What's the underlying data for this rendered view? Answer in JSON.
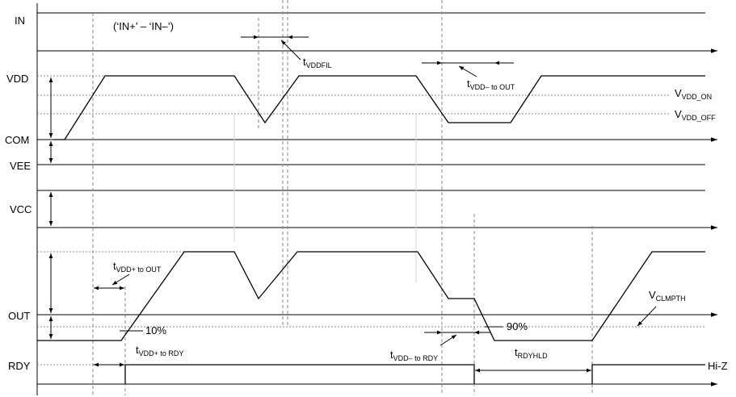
{
  "signals": {
    "in": "IN",
    "vdd": "VDD",
    "com": "COM",
    "vee": "VEE",
    "vcc": "VCC",
    "out": "OUT",
    "rdy": "RDY"
  },
  "annotations": {
    "in_diff": "(‘IN+’ – ‘IN–’)",
    "t_vddfil": {
      "main": "t",
      "sub": "VDDFIL"
    },
    "t_vdd_minus_to_out": {
      "main": "t",
      "sub": "VDD– to OUT"
    },
    "v_vdd_on": {
      "main": "V",
      "sub": "VDD_ON"
    },
    "v_vdd_off": {
      "main": "V",
      "sub": "VDD_OFF"
    },
    "t_vdd_plus_to_out": {
      "main": "t",
      "sub": "VDD+ to OUT"
    },
    "ten_percent": "10%",
    "ninety_percent": "90%",
    "v_clmpth": {
      "main": "V",
      "sub": "CLMPTH"
    },
    "t_vdd_plus_to_rdy": {
      "main": "t",
      "sub": "VDD+ to RDY"
    },
    "t_vdd_minus_to_rdy": {
      "main": "t",
      "sub": "VDD– to RDY"
    },
    "t_rdyhld": {
      "main": "t",
      "sub": "RDYHLD"
    },
    "hi_z": "Hi-Z"
  },
  "colors": {
    "line": "#000000",
    "guide": "#8a8a8a"
  }
}
